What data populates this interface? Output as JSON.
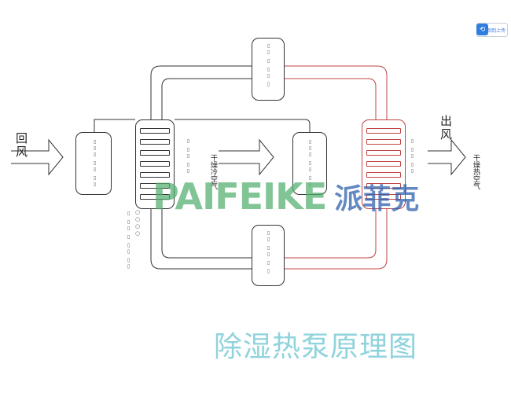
{
  "labels": {
    "return_air": "回风",
    "outlet_air": "出风",
    "dry_cold_air": "干燥冷空气",
    "dry_hot_air": "干燥热空气",
    "caption": "除湿热泵原理图"
  },
  "watermark": {
    "brand_en": "PAIFEIKE",
    "brand_zh": "派菲克"
  },
  "toolbar": {
    "upload_label": "回到上传"
  },
  "colors": {
    "line": "#333333",
    "hot_line": "#c04444",
    "caption": "#8fd3dc",
    "brand_en": "#50af6e",
    "brand_zh": "#285aaa"
  }
}
